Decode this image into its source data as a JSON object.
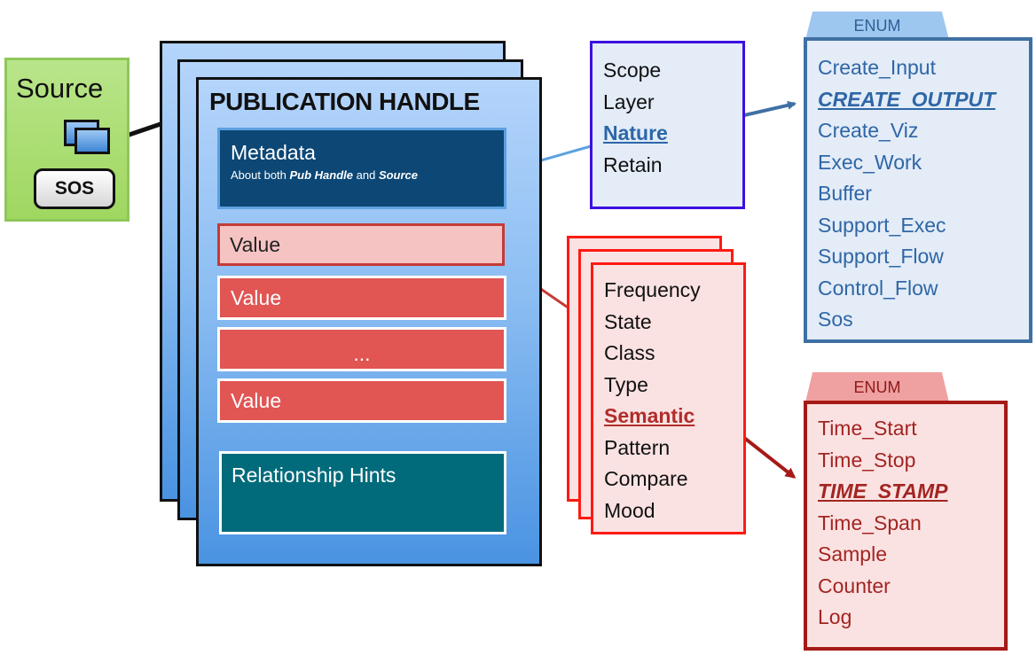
{
  "source": {
    "title": "Source",
    "sos_label": "SOS"
  },
  "publication_handle": {
    "title": "PUBLICATION HANDLE",
    "metadata": {
      "title": "Metadata",
      "subtitle_prefix": "About both ",
      "subtitle_em1": "Pub Handle",
      "subtitle_mid": " and ",
      "subtitle_em2": "Source"
    },
    "values": [
      "Value",
      "Value",
      "...",
      "Value"
    ],
    "relationship_hints": "Relationship Hints"
  },
  "metadata_attributes": [
    "Scope",
    "Layer",
    "Nature",
    "Retain"
  ],
  "value_attributes": [
    "Frequency",
    "State",
    "Class",
    "Type",
    "Semantic",
    "Pattern",
    "Compare",
    "Mood"
  ],
  "nature_enum": {
    "tab_label": "ENUM",
    "items": [
      "Create_Input",
      "CREATE_OUTPUT",
      "Create_Viz",
      "Exec_Work",
      "Buffer",
      "Support_Exec",
      "Support_Flow",
      "Control_Flow",
      "Sos"
    ]
  },
  "semantic_enum": {
    "tab_label": "ENUM",
    "items": [
      "Time_Start",
      "Time_Stop",
      "TIME_STAMP",
      "Time_Span",
      "Sample",
      "Counter",
      "Log"
    ]
  },
  "colors": {
    "source_green": "#9fd760",
    "handle_blue": "#4a93e2",
    "metadata_navy": "#0c4775",
    "value_red": "#e15553",
    "relationship_teal": "#016b7b",
    "enum_blue": "#3f70a3",
    "enum_red": "#a51a17"
  }
}
